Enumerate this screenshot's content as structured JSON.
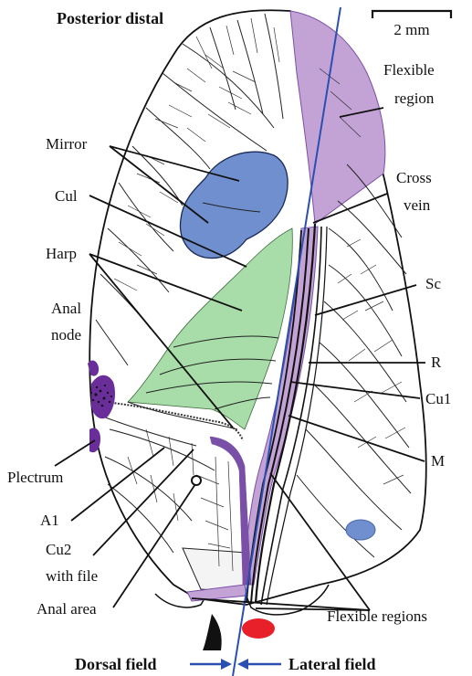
{
  "figure": {
    "title": "Posterior distal",
    "scale_bar": "2 mm",
    "colors": {
      "mirror": "#6f8fcf",
      "harp": "#a8dca8",
      "flexible": "#c3a3d6",
      "flexible_dark": "#7a4fa8",
      "anal_node": "#6a2e9a",
      "red_spot": "#e8202a",
      "axis_line": "#2a4fb0",
      "arrow": "#2a4fb0"
    },
    "labels": {
      "flexible_region_1": "Flexible",
      "flexible_region_2": "region",
      "mirror": "Mirror",
      "cross_vein_1": "Cross",
      "cross_vein_2": "vein",
      "cul": "Cul",
      "harp": "Harp",
      "sc": "Sc",
      "anal_node_1": "Anal",
      "anal_node_2": "node",
      "r": "R",
      "cu1": "Cu1",
      "m": "M",
      "plectrum": "Plectrum",
      "a1": "A1",
      "cu2_1": "Cu2",
      "cu2_2": "with file",
      "anal_area": "Anal area",
      "flexible_regions": "Flexible regions",
      "dorsal_field": "Dorsal field",
      "lateral_field": "Lateral field"
    }
  }
}
